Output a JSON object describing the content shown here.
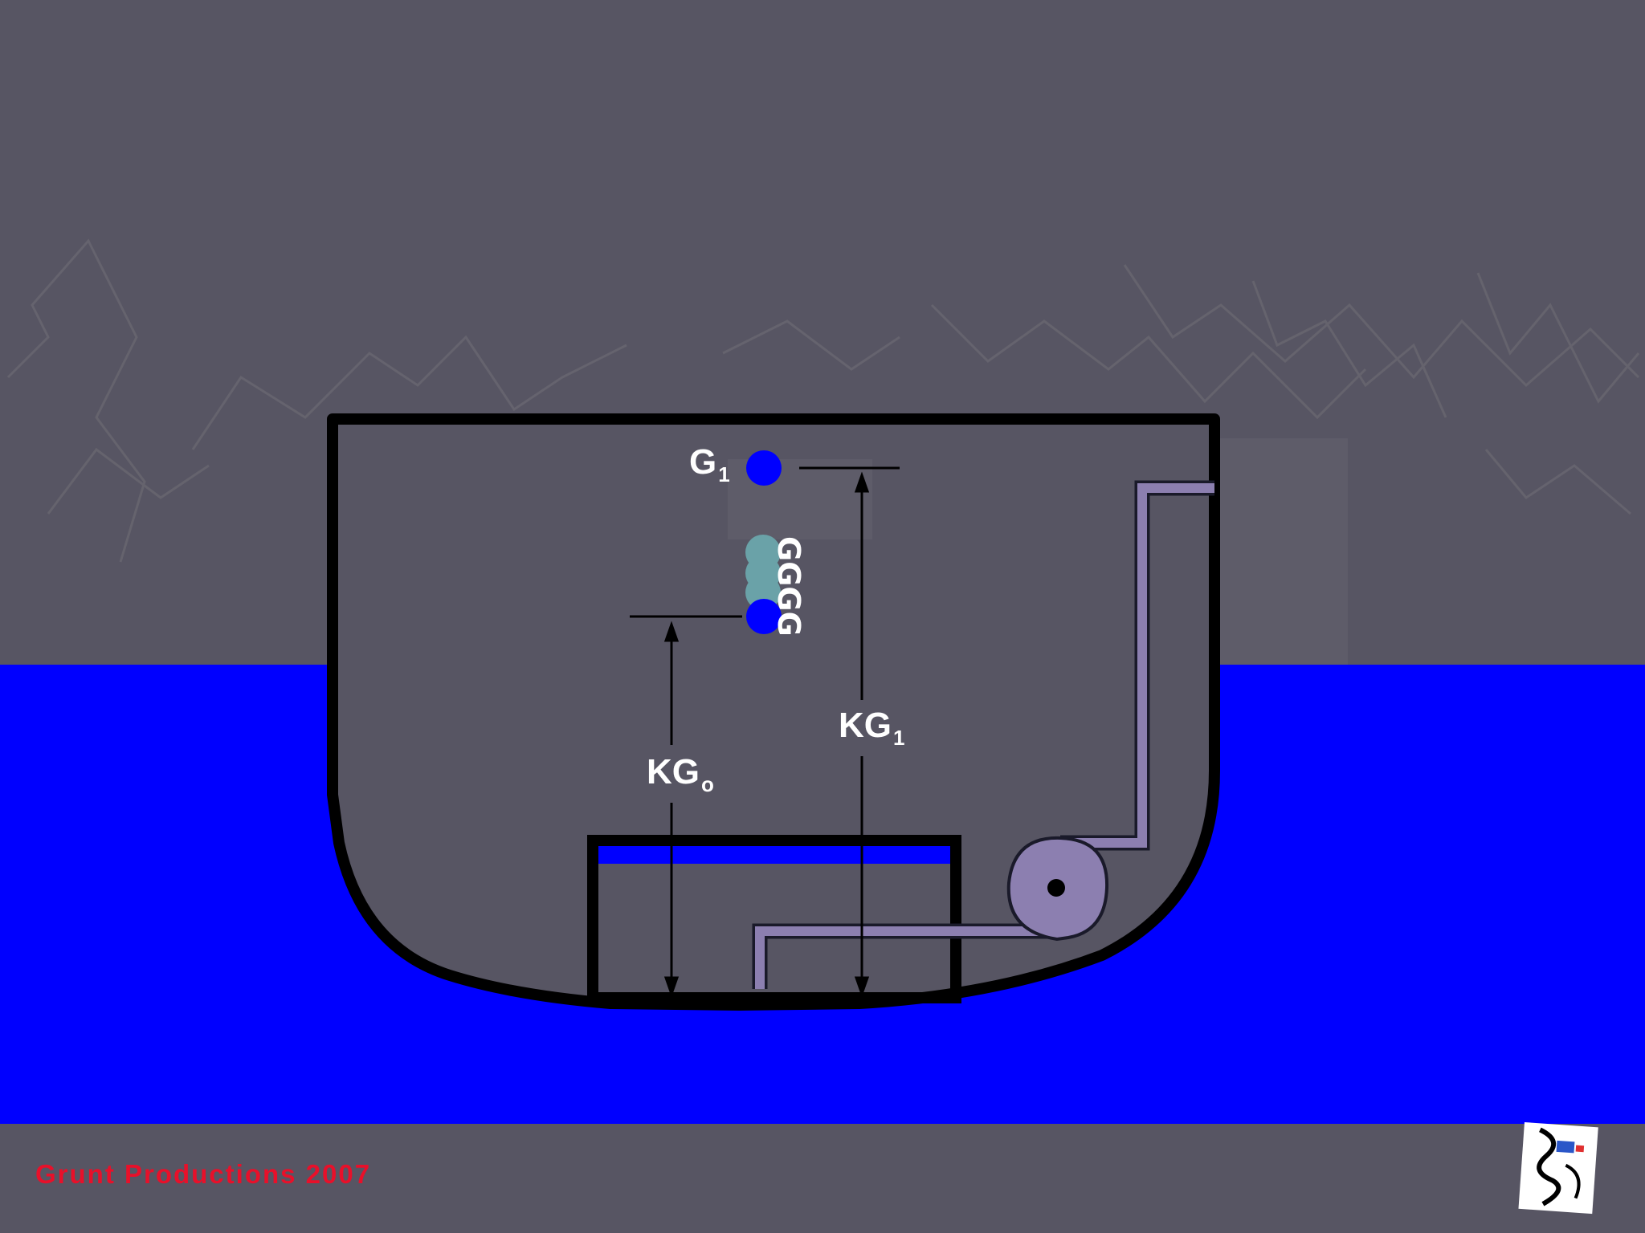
{
  "labels": {
    "g1_base": "G",
    "g1_sub": "1",
    "kg1_base": "KG",
    "kg1_sub": "1",
    "kgo_base": "KG",
    "kgo_sub": "o"
  },
  "ghost_glyph": "GGGG",
  "credit": "Grunt Productions 2007",
  "colors": {
    "background": "#575563",
    "sea": "#0000ff",
    "hull_outline": "#000000",
    "centre_of_gravity_dot": "#0000ff",
    "ghost_positions": "#6aa2a8",
    "pump_and_pipe": "#8c7fb0",
    "labels": "#ffffff",
    "credit": "#e8102a"
  },
  "icons": [
    "pump-icon",
    "logo-icon"
  ]
}
